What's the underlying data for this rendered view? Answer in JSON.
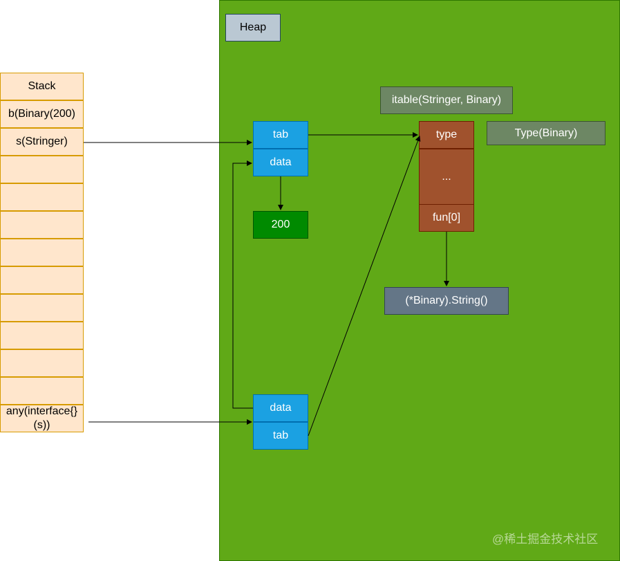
{
  "heap": {
    "label": "Heap"
  },
  "stack": {
    "title": "Stack",
    "cells": [
      "b(Binary(200)",
      "s(Stringer)",
      "",
      "",
      "",
      "",
      "",
      "",
      "",
      "",
      "",
      ""
    ],
    "any_line1": "any(interface{}",
    "any_line2": "(s))"
  },
  "iface_s": {
    "tab": "tab",
    "data": "data"
  },
  "iface_any": {
    "data": "data",
    "tab": "tab"
  },
  "value": "200",
  "itable": {
    "title": "itable(Stringer, Binary)",
    "type_field": "type",
    "ellipsis": "...",
    "fun_field": "fun[0]",
    "type_desc": "Type(Binary)"
  },
  "method": "(*Binary).String()",
  "watermark": "@稀土掘金技术社区",
  "colors": {
    "heap": "#60a917",
    "stack": "#ffe6cc",
    "iface": "#1ba1e2",
    "value": "#008a00",
    "itable": "#a0522d",
    "label": "#6d8764",
    "method": "#647687"
  }
}
